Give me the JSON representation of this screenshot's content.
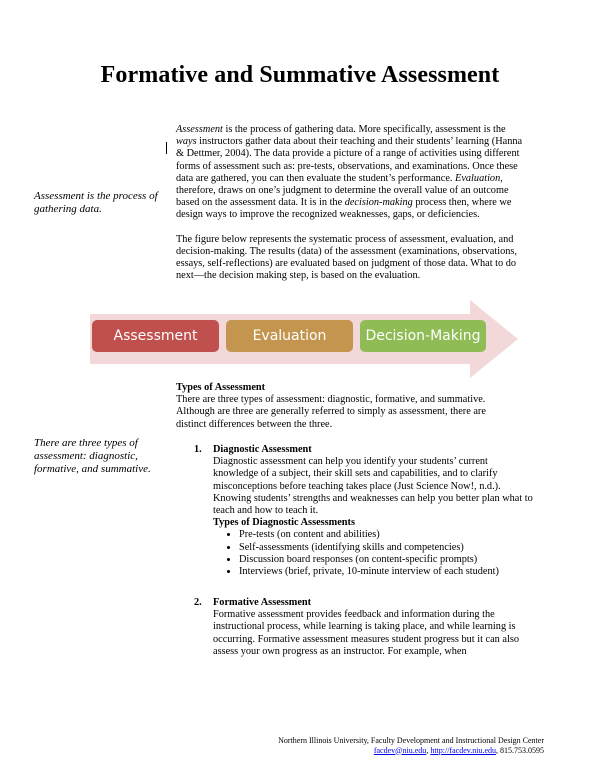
{
  "title": "Formative and Summative Assessment",
  "sidenotes": {
    "first": "Assessment is the process of gathering data.",
    "second": "There are three types of assessment: diagnostic, formative, and summative."
  },
  "intro": {
    "p1_term1": "Assessment",
    "p1_a": " is the process of gathering data. More specifically, assessment is the ",
    "p1_term2": "ways",
    "p1_b": " instructors gather data about their teaching and their students’ learning (Hanna & Dettmer, 2004). The data provide a picture of a range of activities using different forms of assessment such as: pre-tests, observations, and examinations. Once these data are gathered, you can then evaluate the student’s performance. ",
    "p1_term3": "Evaluation,",
    "p1_c": " therefore, draws on one’s judgment to determine the overall value of an outcome based on the assessment data. It is in the ",
    "p1_term4": "decision-making",
    "p1_d": " process then, where we design ways to improve the recognized weaknesses, gaps, or deficiencies.",
    "p2": "The figure below represents the systematic process of assessment, evaluation, and decision-making. The results (data) of the assessment (examinations, observations, essays, self-reflections) are evaluated based on judgment of those data. What to do next—the decision making step, is based on the evaluation."
  },
  "process": {
    "steps": [
      "Assessment",
      "Evaluation",
      "Decision-Making"
    ],
    "colors": [
      "#c0504d",
      "#c3954f",
      "#8fbc54"
    ],
    "arrow_color": "#f2d8d8"
  },
  "types": {
    "heading": "Types of Assessment",
    "text": "There are three types of assessment: diagnostic, formative, and summative. Although are three are generally referred to simply as assessment, there are distinct differences between the three."
  },
  "diagnostic": {
    "number": "1.",
    "heading": "Diagnostic Assessment",
    "text": "Diagnostic assessment can help you identify your students’ current knowledge of a subject, their skill sets and capabilities, and to clarify misconceptions before teaching takes place (Just Science Now!, n.d.). Knowing students’ strengths and weaknesses can help you better plan what to teach and how to teach it.",
    "subheading": "Types of Diagnostic Assessments",
    "bullets": [
      "Pre-tests (on content and abilities)",
      "Self-assessments (identifying skills and competencies)",
      "Discussion board responses (on content-specific prompts)",
      "Interviews (brief, private, 10-minute interview of each student)"
    ]
  },
  "formative": {
    "number": "2.",
    "heading": "Formative Assessment",
    "text": "Formative assessment provides feedback and information during the instructional process, while learning is taking place, and while learning is occurring. Formative assessment measures student progress but it can also assess your own progress as an instructor. For example, when"
  },
  "footer": {
    "line1": "Northern Illinois University, Faculty Development and Instructional Design Center",
    "email": "facdev@niu.edu",
    "sep1": ", ",
    "url": "http://facdev.niu.edu",
    "sep2": ", ",
    "phone": "815.753.0595"
  }
}
